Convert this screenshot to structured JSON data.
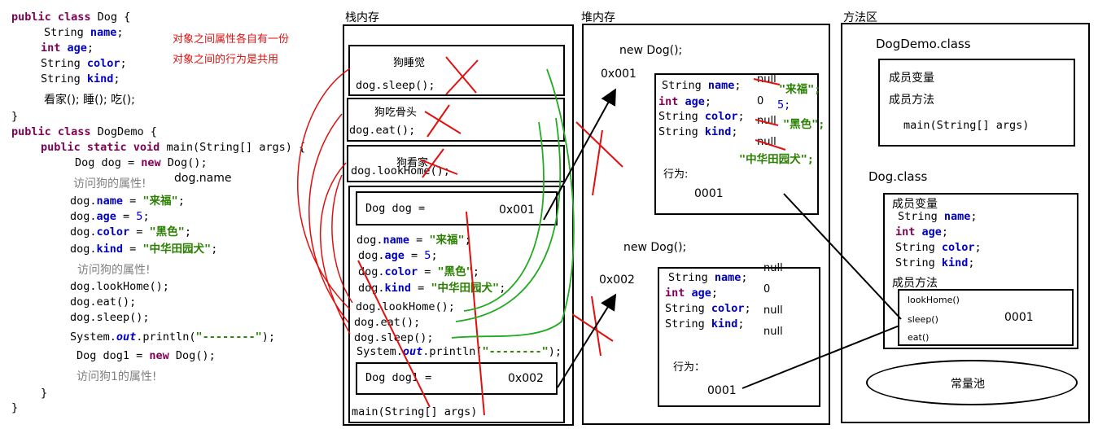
{
  "code": {
    "dog_class_header": "public class Dog {",
    "f_name": "String name;",
    "f_age": "int age;",
    "f_color": "String color;",
    "f_kind": "String kind;",
    "methods_note": "看家(); 睡(); 吃();",
    "brace": "}",
    "demo_header": "public class DogDemo {",
    "main_header": "public static void main(String[] args) {",
    "new_dog": "Dog dog = new Dog();",
    "access_note": "访问狗的属性!",
    "dog_name_note": "dog.name",
    "set_name": "dog.name = \"来福\";",
    "set_age": "dog.age = 5;",
    "set_color": "dog.color = \"黑色\";",
    "set_kind": "dog.kind = \"中华田园犬\";",
    "access_note2": "访问狗的属性!",
    "call_look": "dog.lookHome();",
    "call_eat": "dog.eat();",
    "call_sleep": "dog.sleep();",
    "println": "System.out.println(\"--------\");",
    "new_dog1": "Dog dog1 = new Dog();",
    "access_note3": "访问狗1的属性!",
    "close_main": "}",
    "close_class": "}"
  },
  "notes": {
    "red1": "对象之间属性各自有一份",
    "red2": "对象之间的行为是共用"
  },
  "stack": {
    "title": "栈内存",
    "sleep_label": "狗睡觉",
    "sleep_call": "dog.sleep();",
    "eat_label": "狗吃骨头",
    "eat_call": "dog.eat();",
    "look_label": "狗看家",
    "look_call": "dog.lookHome();",
    "dog_var": "Dog dog =",
    "dog_addr": "0x001",
    "s_name": "dog.name = \"来福\";",
    "s_age": "dog.age = 5;",
    "s_color": "dog.color = \"黑色\";",
    "s_kind": "dog.kind = \"中华田园犬\";",
    "s_look": "dog.lookHome();",
    "s_eat": "dog.eat();",
    "s_sleep": "dog.sleep();",
    "s_println": "System.out.println(\"--------\");",
    "dog1_var": "Dog dog1 =",
    "dog1_addr": "0x002",
    "main_frame": "main(String[] args)"
  },
  "heap": {
    "title": "堆内存",
    "new1": "new Dog();",
    "addr1": "0x001",
    "o1_name": "String name;",
    "o1_age": "int age;",
    "o1_color": "String color;",
    "o1_kind": "String kind;",
    "o1_null1": "null",
    "o1_v_name": "\"来福\";",
    "o1_zero": "0",
    "o1_v_age": "5;",
    "o1_null2": "null",
    "o1_v_color": "\"黑色\";",
    "o1_null3": "null",
    "o1_v_kind": "\"中华田园犬\";",
    "o1_behavior": "行为:",
    "o1_ref": "0001",
    "new2": "new Dog();",
    "addr2": "0x002",
    "o2_name": "String name;",
    "o2_age": "int age;",
    "o2_color": "String color;",
    "o2_kind": "String kind;",
    "o2_v1": "null",
    "o2_v2": "0",
    "o2_v3": "null",
    "o2_v4": "null",
    "o2_behavior": "行为：",
    "o2_ref": "0001"
  },
  "method_area": {
    "title": "方法区",
    "demo_class": "DogDemo.class",
    "demo_members": "成员变量",
    "demo_methods": "成员方法",
    "demo_main": "main(String[] args)",
    "dog_class": "Dog.class",
    "dog_members": "成员变量",
    "d_name": "String name;",
    "d_age": "int age;",
    "d_color": "String color;",
    "d_kind": "String kind;",
    "dog_methods": "成员方法",
    "m_look": "lookHome()",
    "m_sleep": "sleep()",
    "m_eat": "eat()",
    "m_ref": "0001",
    "const_pool": "常量池"
  },
  "colors": {
    "keyword": "#7f0055",
    "field": "#0000c0",
    "string": "#2a8000",
    "note_red": "#e01010",
    "cross": "#e01010",
    "flow_green": "#22aa22"
  }
}
